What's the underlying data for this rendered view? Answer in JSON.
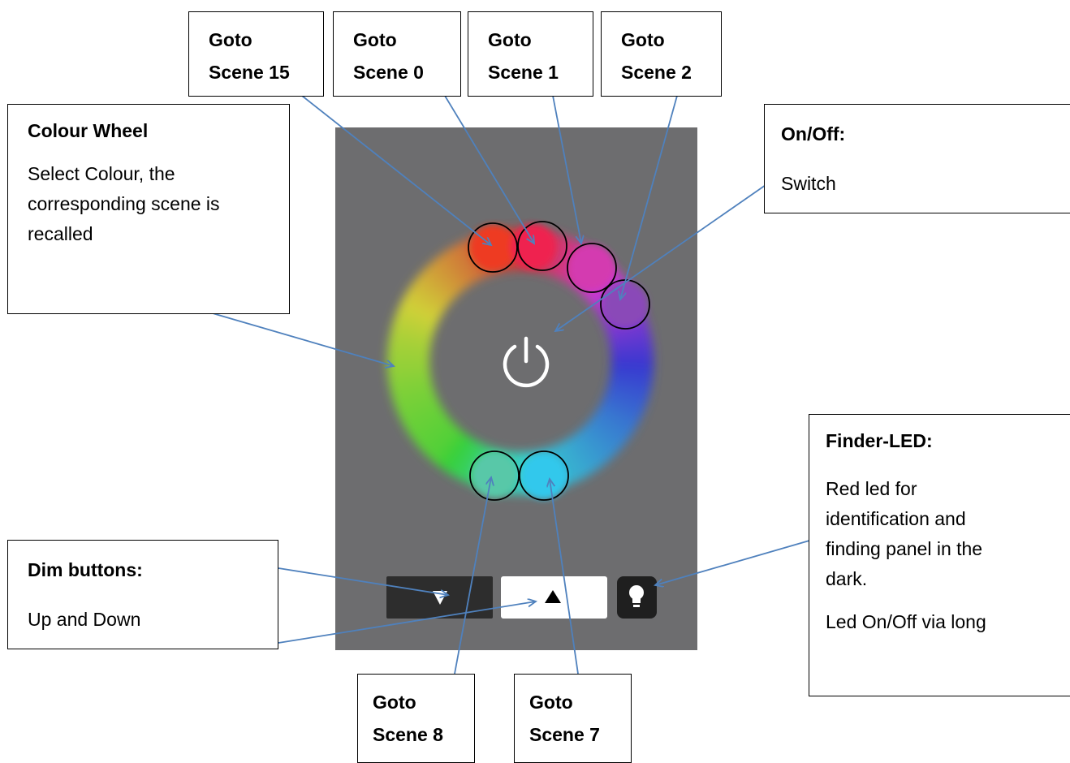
{
  "scene_boxes": {
    "scene15": {
      "line1": "Goto",
      "line2": "Scene 15"
    },
    "scene0": {
      "line1": "Goto",
      "line2": "Scene 0"
    },
    "scene1": {
      "line1": "Goto",
      "line2": "Scene 1"
    },
    "scene2": {
      "line1": "Goto",
      "line2": "Scene 2"
    },
    "scene8": {
      "line1": "Goto",
      "line2": "Scene 8"
    },
    "scene7": {
      "line1": "Goto",
      "line2": "Scene 7"
    }
  },
  "colour_wheel_box": {
    "title": "Colour Wheel",
    "body": "Select Colour, the corresponding scene is recalled"
  },
  "onoff_box": {
    "title": "On/Off:",
    "body": "Switch"
  },
  "dim_box": {
    "title": "Dim buttons:",
    "body": "Up and Down"
  },
  "finder_box": {
    "title": "Finder-LED:",
    "body1": "Red led for identification and finding panel in the dark.",
    "body2": "Led On/Off via long"
  },
  "panel": {
    "background": "#6d6d6f",
    "icons": [
      "power-icon",
      "triangle-down-icon",
      "triangle-up-icon",
      "bulb-icon"
    ]
  },
  "arrow_color": "#4f81bd"
}
